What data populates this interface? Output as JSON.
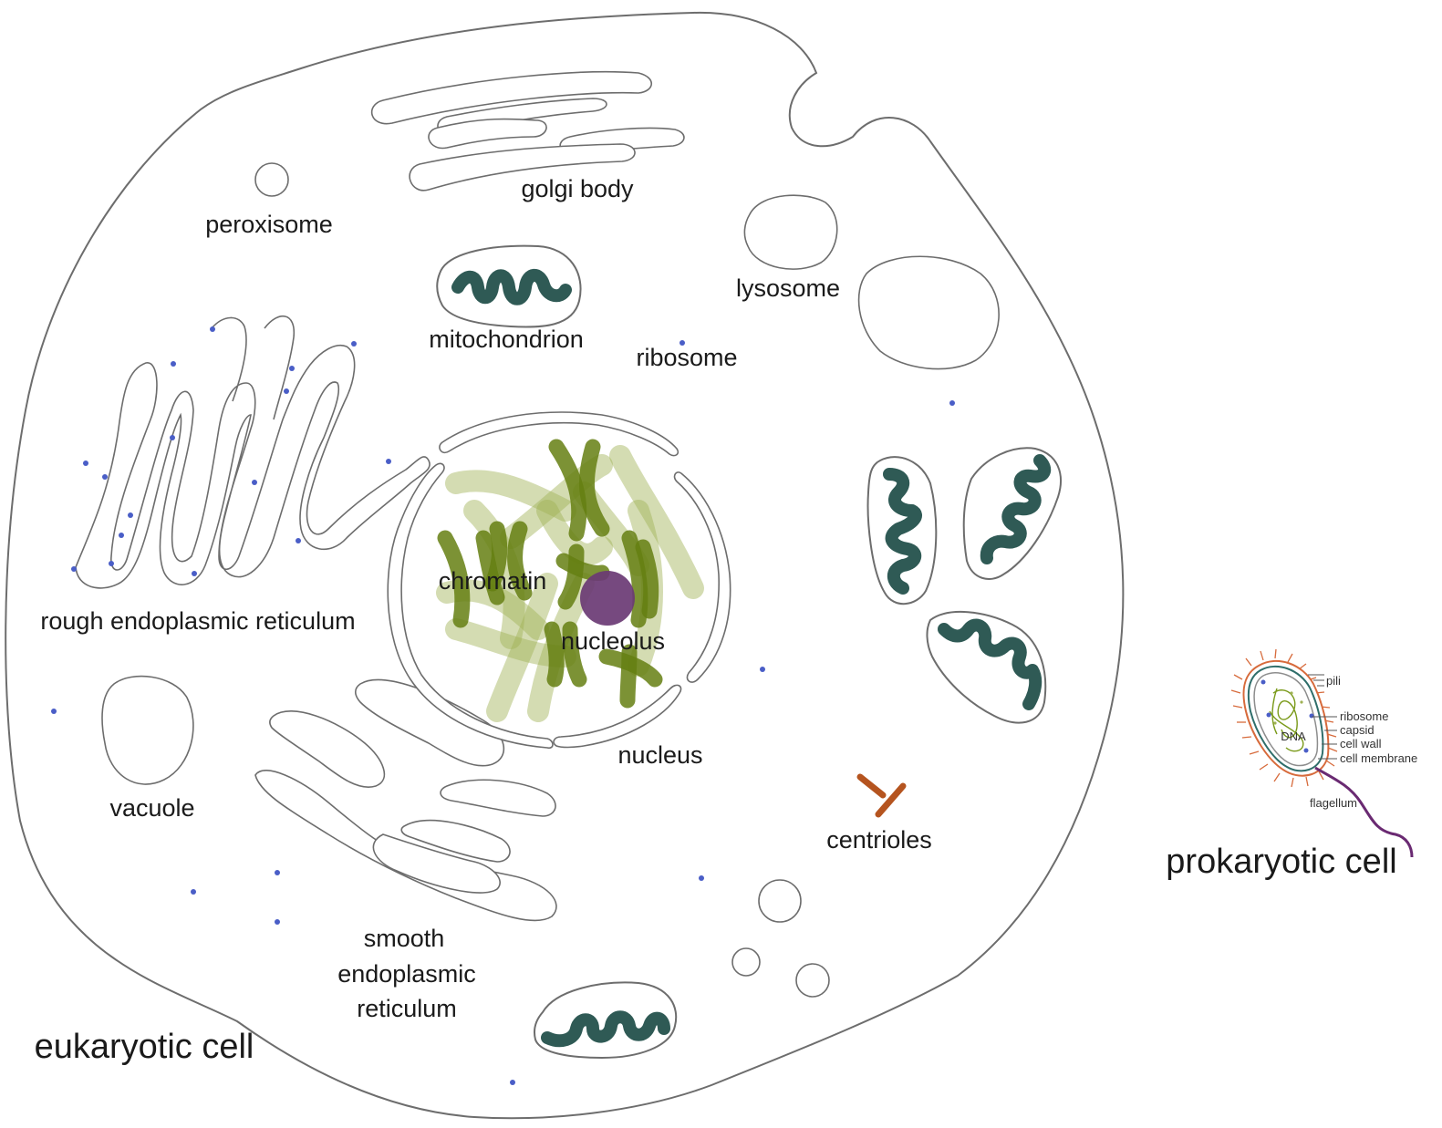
{
  "colors": {
    "outline": "#6d6d6d",
    "mitochondrion": "#2f5a55",
    "chromatin_light": "#9fb255",
    "chromatin_dark": "#657f12",
    "nucleolus": "#6a3a74",
    "ribosome": "#4a5ec7",
    "centrioles": "#b5541f",
    "flagellum": "#6a2a72",
    "pili": "#d76b3c"
  },
  "eukaryote": {
    "title": "eukaryotic cell",
    "labels": {
      "golgi": "golgi body",
      "peroxisome": "peroxisome",
      "lysosome": "lysosome",
      "mitochondrion": "mitochondrion",
      "ribosome": "ribosome",
      "rough_er": "rough endoplasmic reticulum",
      "chromatin": "chromatin",
      "nucleolus": "nucleolus",
      "nucleus": "nucleus",
      "vacuole": "vacuole",
      "centrioles": "centrioles",
      "smooth_er_1": "smooth",
      "smooth_er_2": "endoplasmic",
      "smooth_er_3": "reticulum"
    }
  },
  "prokaryote": {
    "title": "prokaryotic cell",
    "labels": {
      "pili": "pili",
      "ribosome": "ribosome",
      "capsid": "capsid",
      "cell_wall": "cell wall",
      "cell_membrane": "cell membrane",
      "dna": "DNA",
      "flagellum": "flagellum"
    }
  }
}
